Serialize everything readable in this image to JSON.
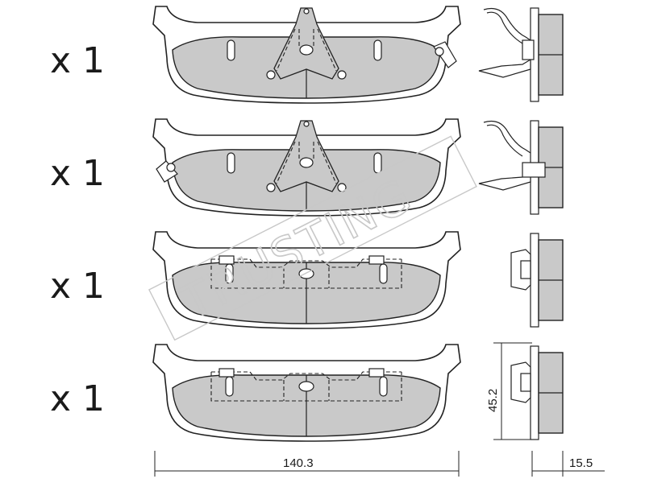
{
  "rows": [
    {
      "quantity": "x 1"
    },
    {
      "quantity": "x 1"
    },
    {
      "quantity": "x 1"
    },
    {
      "quantity": "x 1"
    }
  ],
  "dimensions": {
    "length": "140.3",
    "height": "45.2",
    "thickness": "15.5"
  },
  "watermark": "TRUSTING",
  "colors": {
    "pad_fill": "#c9c9c9",
    "line": "#222222",
    "watermark": "#c8c8c8"
  }
}
